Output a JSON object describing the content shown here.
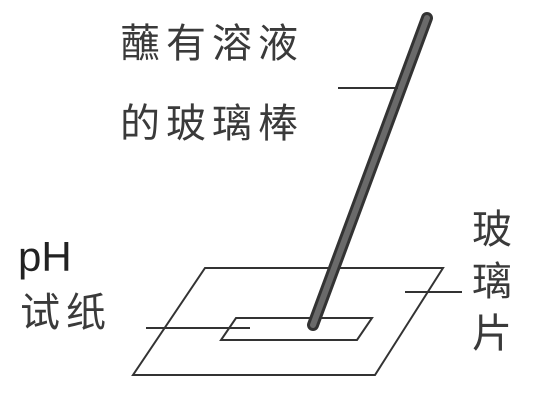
{
  "labels": {
    "rod_line1": "蘸有溶液",
    "rod_line2": "的玻璃棒",
    "ph_line1": "pH",
    "ph_line2": "试纸",
    "glass_char1": "玻",
    "glass_char2": "璃",
    "glass_char3": "片"
  },
  "colors": {
    "stroke": "#333333",
    "rod_fill": "#555555",
    "text": "#3a3a3a"
  }
}
